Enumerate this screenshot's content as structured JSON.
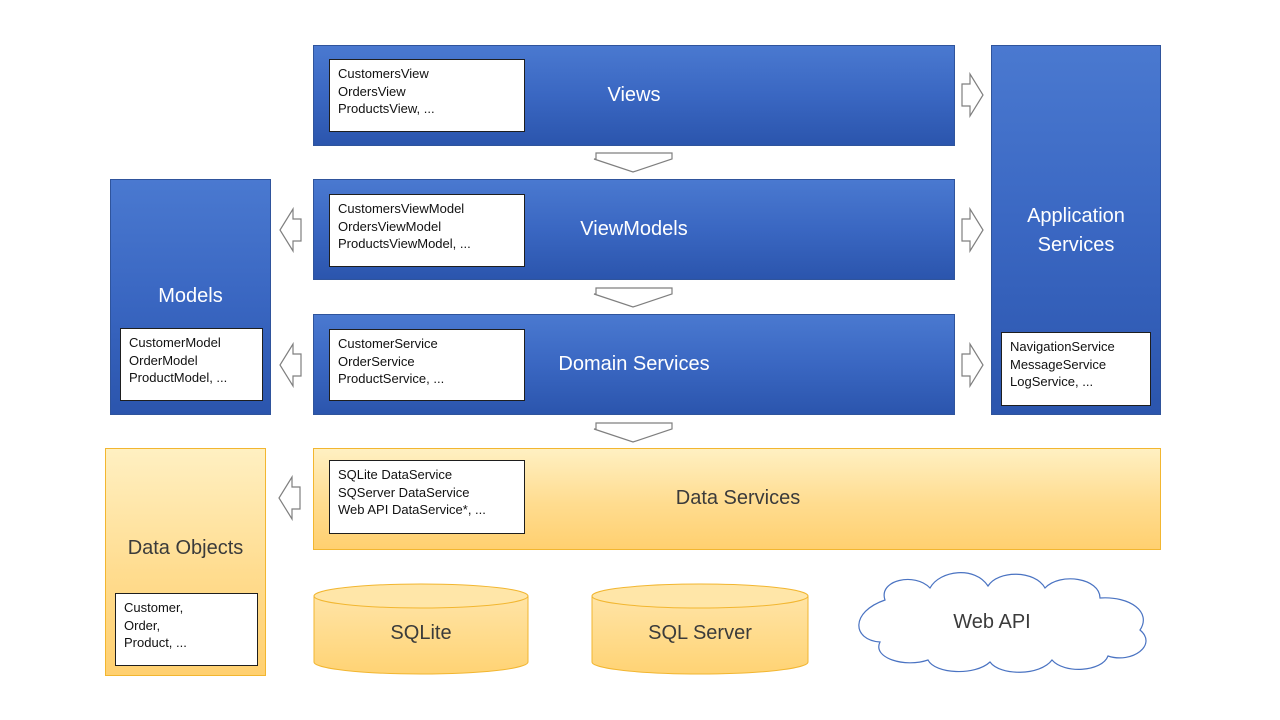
{
  "views": {
    "title": "Views",
    "items": [
      "CustomersView",
      "OrdersView",
      "ProductsView, ..."
    ]
  },
  "viewmodels": {
    "title": "ViewModels",
    "items": [
      "CustomersViewModel",
      "OrdersViewModel",
      "ProductsViewModel, ..."
    ]
  },
  "domain_services": {
    "title": "Domain Services",
    "items": [
      "CustomerService",
      "OrderService",
      "ProductService, ..."
    ]
  },
  "models": {
    "title": "Models",
    "items": [
      "CustomerModel",
      "OrderModel",
      "ProductModel, ..."
    ]
  },
  "application_services": {
    "title_line1": "Application",
    "title_line2": "Services",
    "items": [
      "NavigationService",
      "MessageService",
      "LogService, ..."
    ]
  },
  "data_services": {
    "title": "Data Services",
    "items": [
      "SQLite DataService",
      "SQServer DataService",
      "Web API DataService*, ..."
    ]
  },
  "data_objects": {
    "title": "Data Objects",
    "items": [
      "Customer,",
      "Order,",
      "Product, ..."
    ]
  },
  "storage": {
    "sqlite": "SQLite",
    "sql_server": "SQL Server",
    "web_api": "Web API"
  },
  "colors": {
    "layer_blue": "#3a67c2",
    "layer_yellow": "#ffd880",
    "arrow_fill": "#ffffff",
    "arrow_stroke": "#7f7f7f"
  }
}
